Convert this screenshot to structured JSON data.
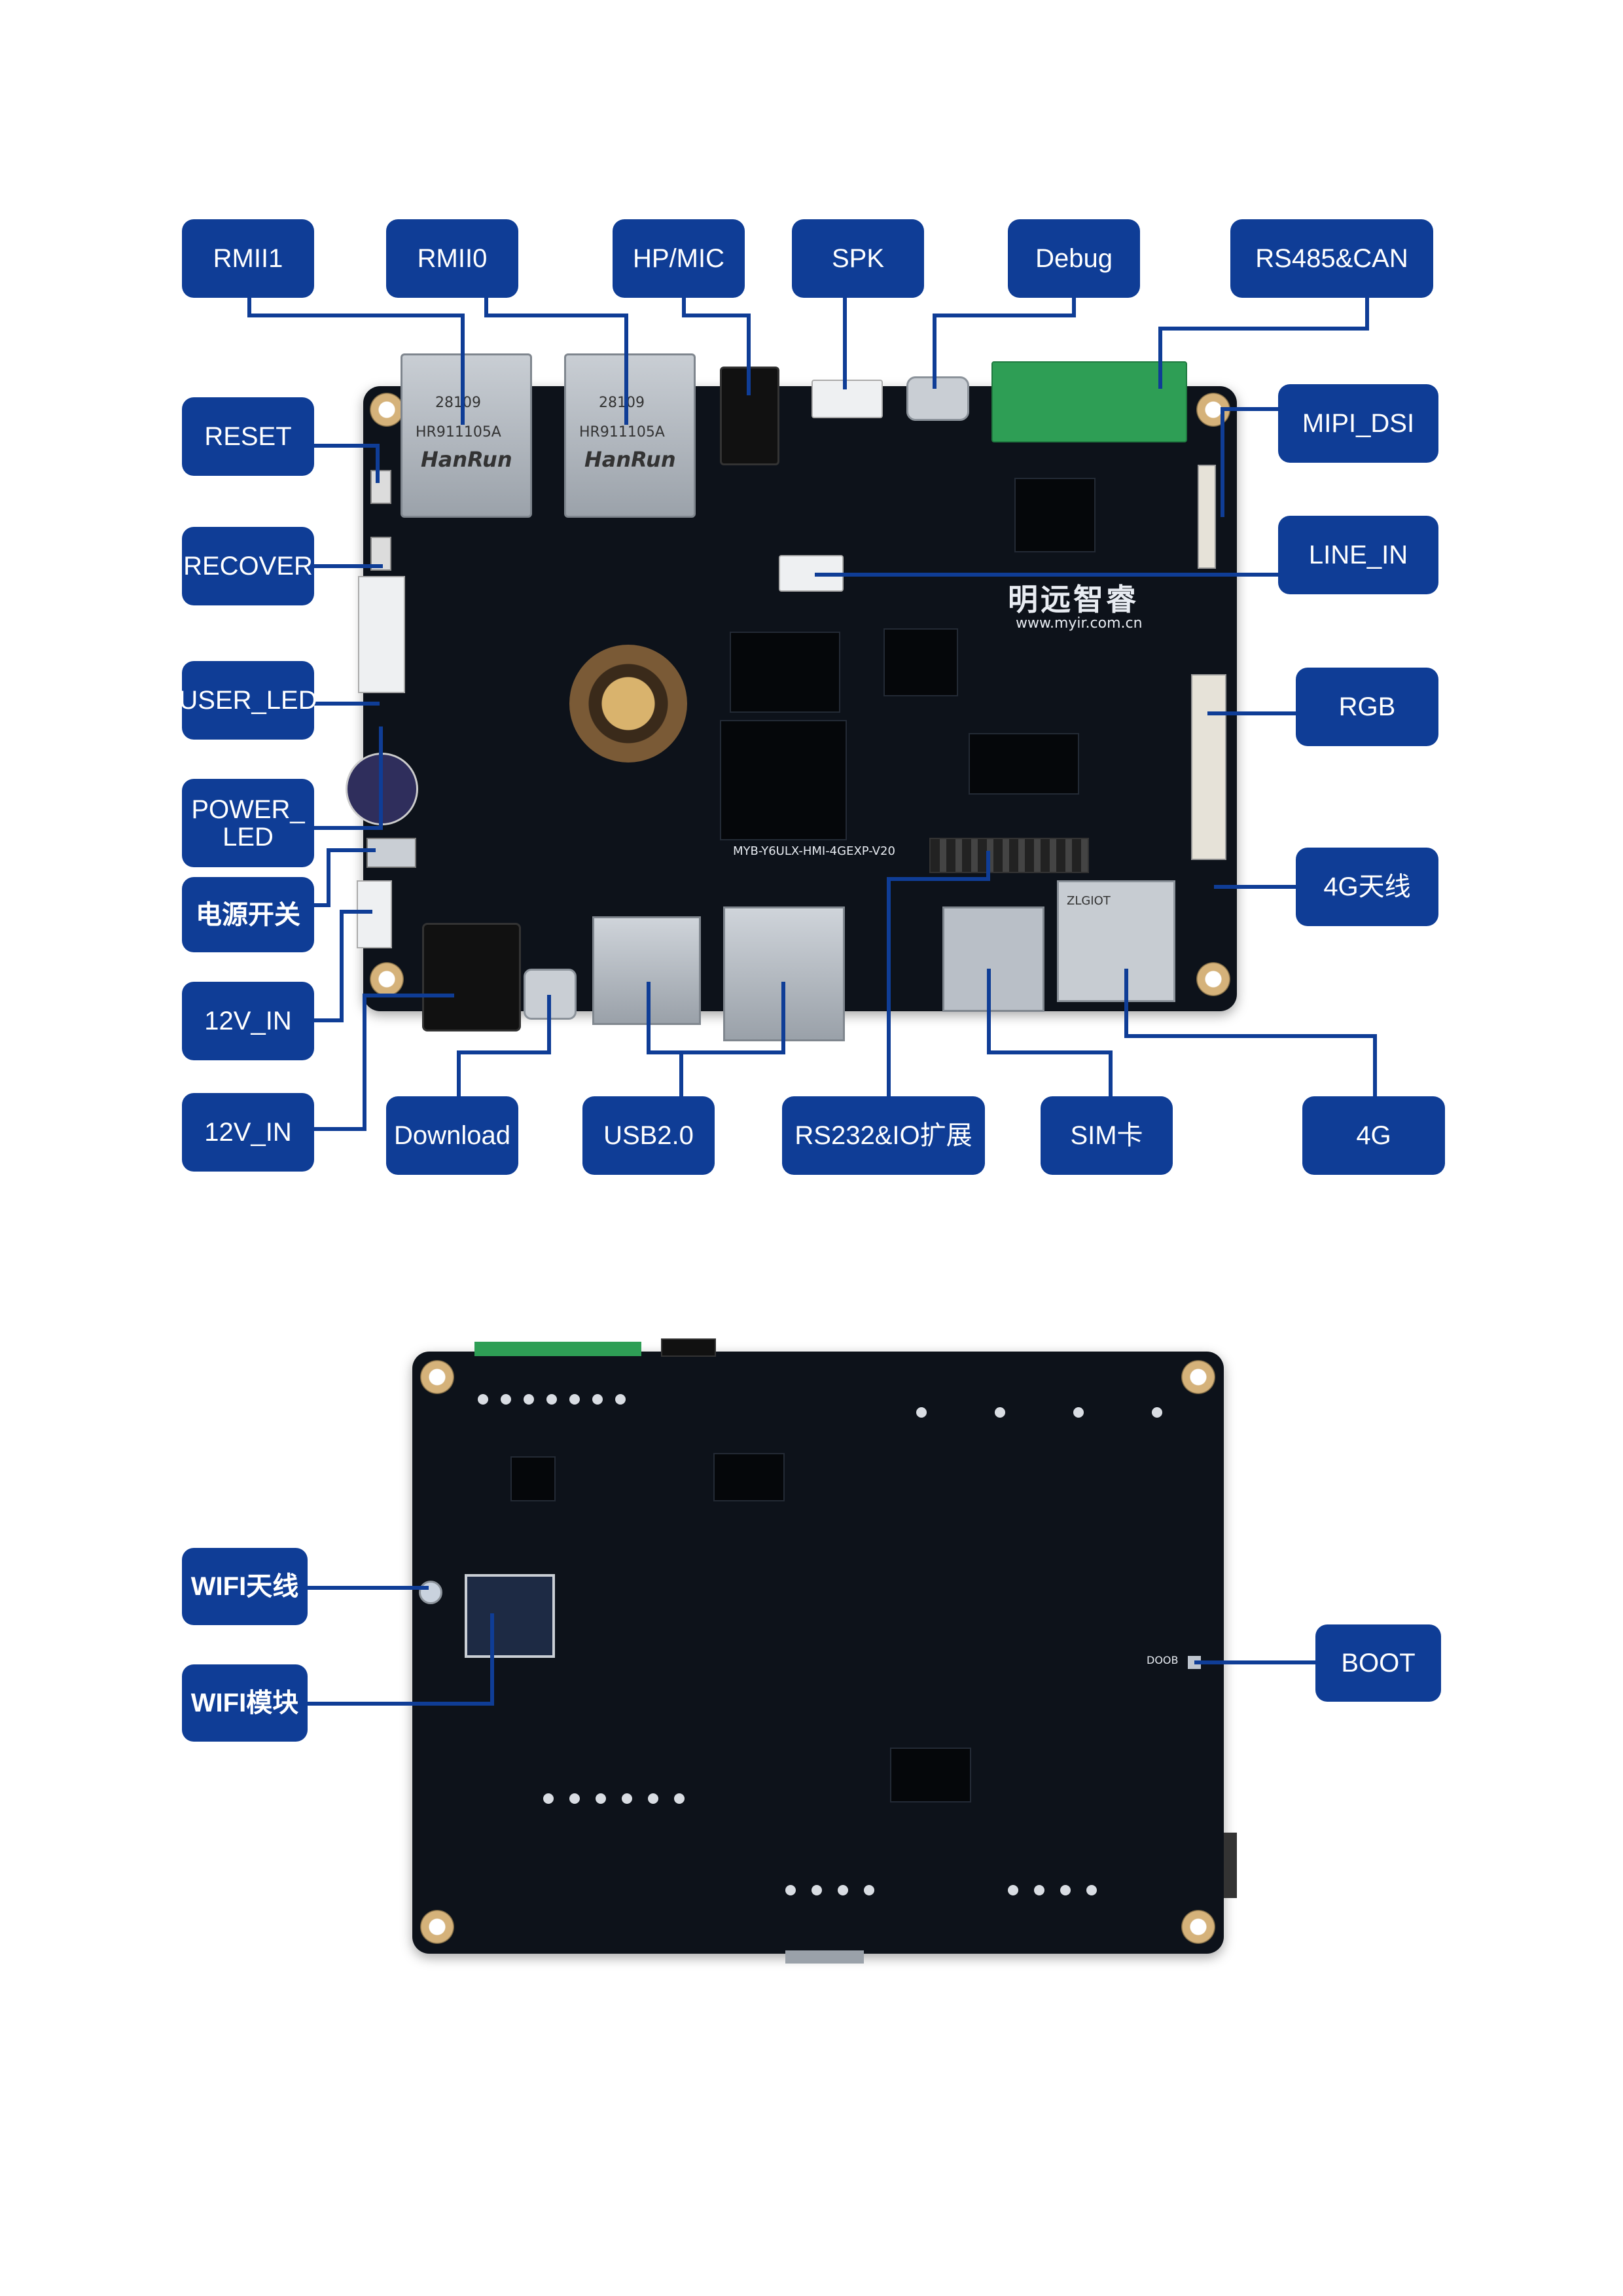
{
  "labels": {
    "rmii1": "RMII1",
    "rmii0": "RMII0",
    "hp_mic": "HP/MIC",
    "spk": "SPK",
    "debug": "Debug",
    "rs485_can": "RS485&CAN",
    "reset": "RESET",
    "mipi_dsi": "MIPI_DSI",
    "recover": "RECOVER",
    "line_in": "LINE_IN",
    "user_led": "USER_LED",
    "rgb": "RGB",
    "power_led": "POWER_\nLED",
    "power_switch": "电源开关",
    "antenna_4g": "4G天线",
    "v12_in_a": "12V_IN",
    "v12_in_b": "12V_IN",
    "download": "Download",
    "usb20": "USB2.0",
    "rs232_io": "RS232&IO扩展",
    "sim": "SIM卡",
    "lte_4g": "4G",
    "wifi_antenna": "WIFI天线",
    "wifi_module": "WIFI模块",
    "boot": "BOOT"
  },
  "silkscreen": {
    "brand": "明远智睿",
    "url": "www.myir.com.cn",
    "rj45_brand": "HanRun",
    "rj45_model": "HR911105A",
    "rj45_code": "28109",
    "board_id": "MYB-Y6ULX-HMI-4GEXP-V20",
    "module_brand": "ZLGIOT",
    "boot_silk": "DOOB"
  },
  "colors": {
    "label_bg": "#0f3d96",
    "label_text": "#ffffff",
    "pcb": "#0d121a",
    "terminal_green": "#2e9e55"
  }
}
